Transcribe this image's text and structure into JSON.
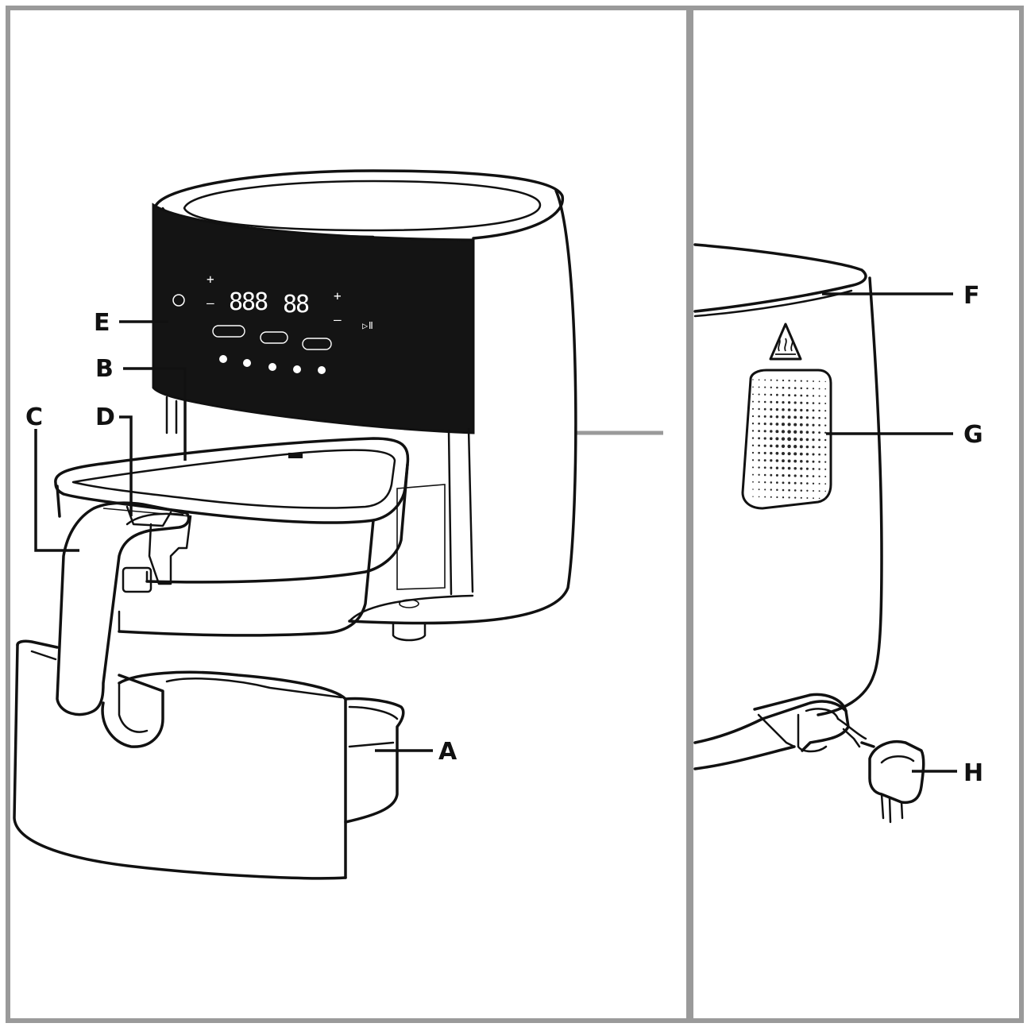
{
  "labels": {
    "a": "A",
    "b": "B",
    "c": "C",
    "d": "D",
    "e": "E",
    "f": "F",
    "g": "G",
    "h": "H"
  },
  "panel_display": {
    "digits_left": "888",
    "digits_right": "88"
  }
}
